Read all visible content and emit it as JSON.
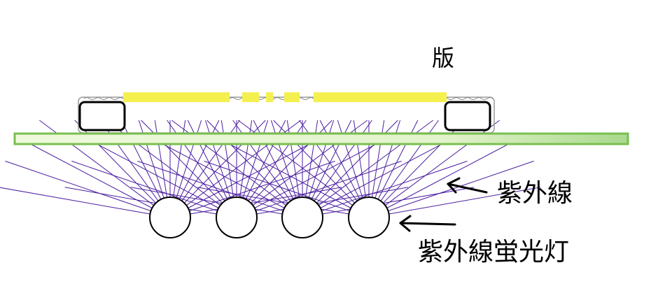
{
  "labels": {
    "plate": "版",
    "uv_light": "紫外線",
    "uv_lamp": "紫外線蛍光灯"
  },
  "colors": {
    "background": "#ffffff",
    "glass_fill": "#e6f5cf",
    "glass_stroke": "#79bf4f",
    "film_yellow": "#f3f04f",
    "ray_purple": "#4b1ea0",
    "outline": "#000000"
  },
  "icons": {
    "lamp": "circle",
    "pointer": "arrow-left-icon"
  }
}
